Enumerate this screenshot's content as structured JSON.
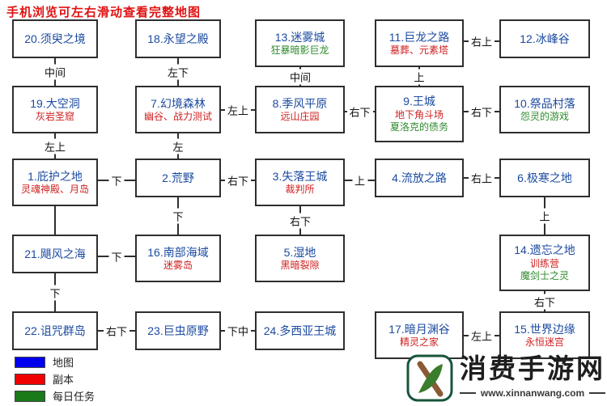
{
  "title": "手机浏览可左右滑动查看完整地图",
  "colors": {
    "node_title_blue": "#1c4ba0",
    "dungeon_red": "#cf1f1f",
    "daily_task_green": "#2e8b2e",
    "title_red": "#e01212",
    "connector_dark": "#2e2e2e"
  },
  "nodes": [
    {
      "id": "20",
      "label": "20.须臾之境",
      "col": 0,
      "row": 0,
      "subs": []
    },
    {
      "id": "18",
      "label": "18.永望之殿",
      "col": 1,
      "row": 0,
      "subs": []
    },
    {
      "id": "13",
      "label": "13.迷雾城",
      "col": 2,
      "row": 0,
      "subs": [
        {
          "text": "狂暴暗影巨龙",
          "kind": "green"
        }
      ]
    },
    {
      "id": "11",
      "label": "11.巨龙之路",
      "col": 3,
      "row": 0,
      "subs": [
        {
          "text": "墓葬、元素塔",
          "kind": "red"
        }
      ]
    },
    {
      "id": "12",
      "label": "12.冰峰谷",
      "col": 4,
      "row": 0,
      "subs": []
    },
    {
      "id": "19",
      "label": "19.大空洞",
      "col": 0,
      "row": 1,
      "subs": [
        {
          "text": "灰岩圣窟",
          "kind": "red"
        }
      ]
    },
    {
      "id": "7",
      "label": "7.幻境森林",
      "col": 1,
      "row": 1,
      "subs": [
        {
          "text": "幽谷、战力测试",
          "kind": "red"
        }
      ]
    },
    {
      "id": "8",
      "label": "8.季风平原",
      "col": 2,
      "row": 1,
      "subs": [
        {
          "text": "远山庄园",
          "kind": "red"
        }
      ]
    },
    {
      "id": "9",
      "label": "9.王城",
      "col": 3,
      "row": 1,
      "subs": [
        {
          "text": "地下角斗场",
          "kind": "red"
        },
        {
          "text": "夏洛克的债务",
          "kind": "green"
        }
      ]
    },
    {
      "id": "10",
      "label": "10.祭品村落",
      "col": 4,
      "row": 1,
      "subs": [
        {
          "text": "怨灵的游戏",
          "kind": "green"
        }
      ]
    },
    {
      "id": "1",
      "label": "1.庇护之地",
      "col": 0,
      "row": 2,
      "subs": [
        {
          "text": "灵魂神殿、月岛",
          "kind": "red"
        }
      ]
    },
    {
      "id": "2",
      "label": "2.荒野",
      "col": 1,
      "row": 2,
      "subs": []
    },
    {
      "id": "3",
      "label": "3.失落王城",
      "col": 2,
      "row": 2,
      "subs": [
        {
          "text": "裁判所",
          "kind": "red"
        }
      ]
    },
    {
      "id": "4",
      "label": "4.流放之路",
      "col": 3,
      "row": 2,
      "subs": []
    },
    {
      "id": "6",
      "label": "6.极寒之地",
      "col": 4,
      "row": 2,
      "subs": []
    },
    {
      "id": "21",
      "label": "21.飓风之海",
      "col": 0,
      "row": 3,
      "subs": []
    },
    {
      "id": "16",
      "label": "16.南部海域",
      "col": 1,
      "row": 3,
      "subs": [
        {
          "text": "迷雾岛",
          "kind": "red"
        }
      ]
    },
    {
      "id": "5",
      "label": "5.湿地",
      "col": 2,
      "row": 3,
      "subs": [
        {
          "text": "黑暗裂隙",
          "kind": "red"
        }
      ]
    },
    {
      "id": "14",
      "label": "14.遗忘之地",
      "col": 4,
      "row": 3,
      "subs": [
        {
          "text": "训练营",
          "kind": "red"
        },
        {
          "text": "魔剑士之灵",
          "kind": "green"
        }
      ]
    },
    {
      "id": "22",
      "label": "22.诅咒群岛",
      "col": 0,
      "row": 4,
      "subs": []
    },
    {
      "id": "23",
      "label": "23.巨虫原野",
      "col": 1,
      "row": 4,
      "subs": []
    },
    {
      "id": "24",
      "label": "24.多西亚王城",
      "col": 2,
      "row": 4,
      "subs": []
    },
    {
      "id": "17",
      "label": "17.暗月渊谷",
      "col": 3,
      "row": 4,
      "subs": [
        {
          "text": "精灵之家",
          "kind": "red"
        }
      ]
    },
    {
      "id": "15",
      "label": "15.世界边缘",
      "col": 4,
      "row": 4,
      "subs": [
        {
          "text": "永恒迷宫",
          "kind": "red"
        }
      ]
    }
  ],
  "connectors": [
    {
      "type": "v",
      "from": "20",
      "to": "19",
      "label": "中间"
    },
    {
      "type": "v",
      "from": "18",
      "to": "7",
      "label": "左下"
    },
    {
      "type": "v",
      "from": "13",
      "to": "8",
      "label": "中间"
    },
    {
      "type": "v",
      "from": "11",
      "to": "9",
      "label": "上"
    },
    {
      "type": "h",
      "from": "11",
      "to": "12",
      "label": "右上"
    },
    {
      "type": "v",
      "from": "19",
      "to": "1",
      "label": "左上"
    },
    {
      "type": "v",
      "from": "7",
      "to": "2",
      "label": "左"
    },
    {
      "type": "h",
      "from": "7",
      "to": "8",
      "label": "左上"
    },
    {
      "type": "h",
      "from": "8",
      "to": "9",
      "label": "右下"
    },
    {
      "type": "h",
      "from": "9",
      "to": "10",
      "label": "右下"
    },
    {
      "type": "h",
      "from": "1",
      "to": "2",
      "label": "下"
    },
    {
      "type": "h",
      "from": "2",
      "to": "3",
      "label": "右下"
    },
    {
      "type": "h",
      "from": "3",
      "to": "4",
      "label": "上"
    },
    {
      "type": "h",
      "from": "4",
      "to": "6",
      "label": "右上"
    },
    {
      "type": "v",
      "from": "1",
      "to": "21",
      "label": ""
    },
    {
      "type": "v",
      "from": "2",
      "to": "16",
      "label": "下"
    },
    {
      "type": "v",
      "from": "3",
      "to": "5",
      "label": "右下"
    },
    {
      "type": "v",
      "from": "6",
      "to": "14",
      "label": "上"
    },
    {
      "type": "h",
      "from": "21",
      "to": "16",
      "label": "下"
    },
    {
      "type": "v",
      "from": "21",
      "to": "22",
      "label": "下"
    },
    {
      "type": "v",
      "from": "14",
      "to": "15",
      "label": "右下"
    },
    {
      "type": "h",
      "from": "22",
      "to": "23",
      "label": "右下"
    },
    {
      "type": "h",
      "from": "23",
      "to": "24",
      "label": "下中"
    },
    {
      "type": "h",
      "from": "17",
      "to": "15",
      "label": "左上"
    }
  ],
  "legend": [
    {
      "label": "地图",
      "color": "#0000f0"
    },
    {
      "label": "副本",
      "color": "#f00000"
    },
    {
      "label": "每日任务",
      "color": "#1a7a1a"
    }
  ],
  "watermark": {
    "site_name": "消费手游网",
    "site_url": "www.xinnanwang.com"
  }
}
